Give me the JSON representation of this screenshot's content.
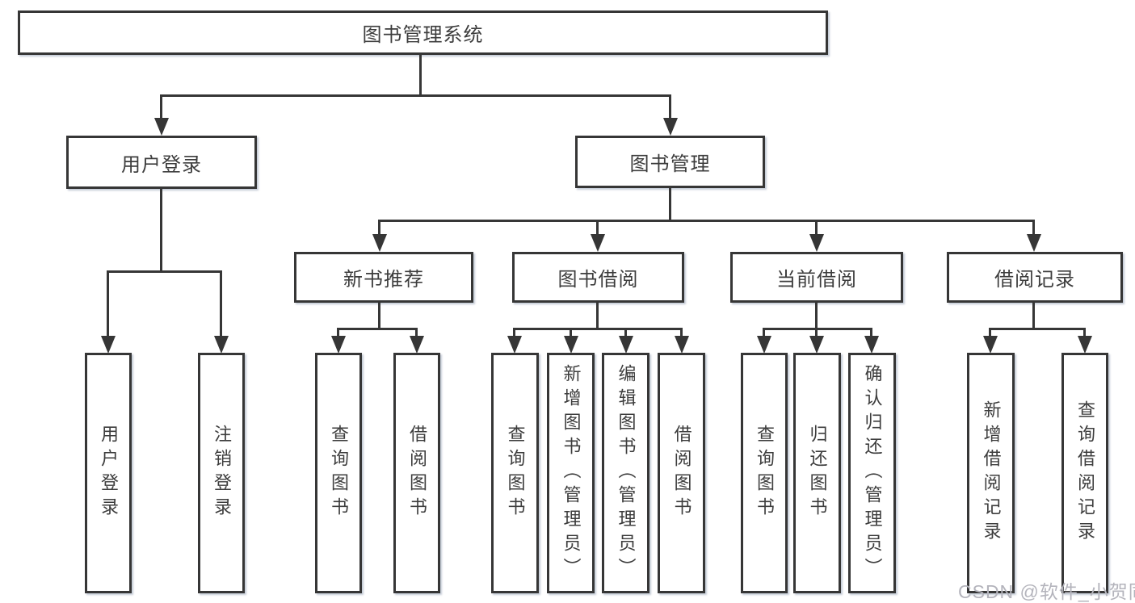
{
  "diagram": {
    "type": "hierarchy-tree",
    "nodes": {
      "root": "图书管理系统",
      "user_login": "用户登录",
      "book_mgmt": "图书管理",
      "new_book_rec": "新书推荐",
      "book_borrow": "图书借阅",
      "current_borrow": "当前借阅",
      "borrow_records": "借阅记录",
      "leaves": {
        "user_login": [
          "用户登录",
          "注销登录"
        ],
        "new_book_rec": [
          "查询图书",
          "借阅图书"
        ],
        "book_borrow": [
          "查询图书",
          "新增图书（管理员）",
          "编辑图书（管理员）",
          "借阅图书"
        ],
        "current_borrow": [
          "查询图书",
          "归还图书",
          "确认归还（管理员）"
        ],
        "borrow_records": [
          "新增借阅记录",
          "查询借阅记录"
        ]
      }
    },
    "colors": {
      "line": "#363636",
      "box_border": "#363636",
      "text": "#3d3d3d",
      "watermark": "#b4b4bc",
      "background": "#ffffff"
    }
  },
  "watermark": "CSDN @软件_小贺同学"
}
